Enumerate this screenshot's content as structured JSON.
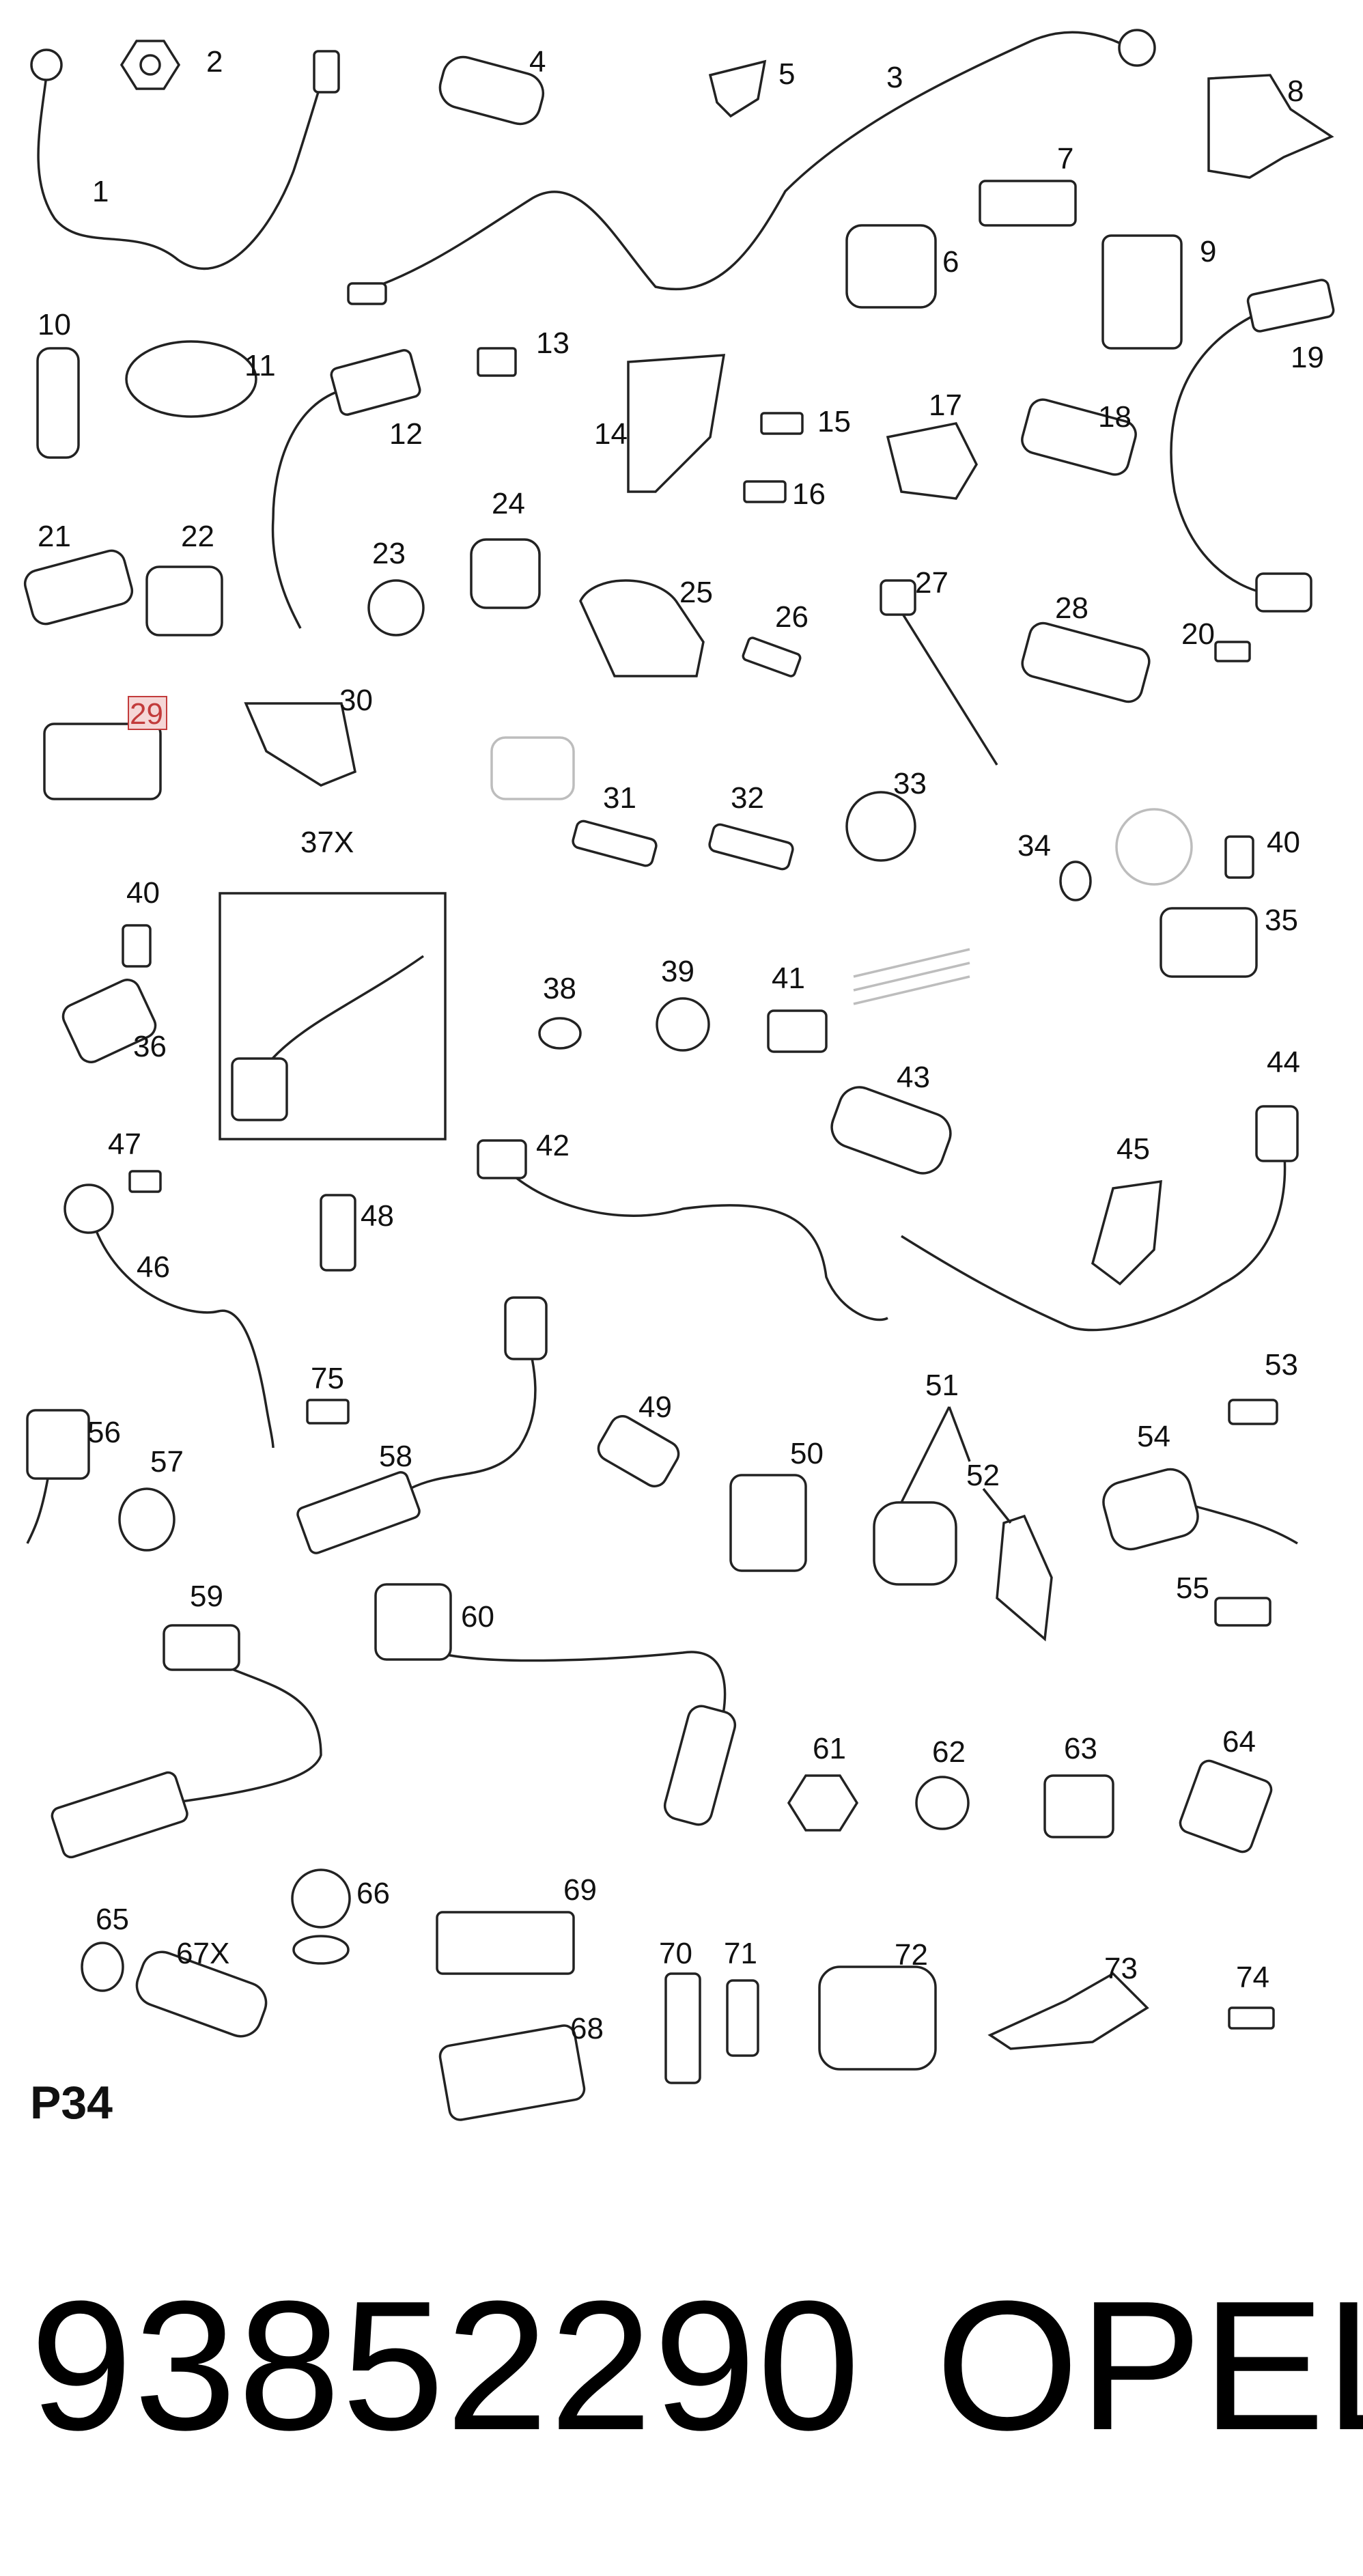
{
  "diagram": {
    "page_label": "P34",
    "part_number": "93852290",
    "brand": "OPEL",
    "highlight_color": "#c23b3b",
    "highlighted_callout": "29",
    "callouts": [
      "1",
      "2",
      "3",
      "4",
      "5",
      "6",
      "7",
      "8",
      "9",
      "10",
      "11",
      "12",
      "13",
      "14",
      "15",
      "16",
      "17",
      "18",
      "19",
      "20",
      "21",
      "22",
      "23",
      "24",
      "25",
      "26",
      "27",
      "28",
      "29",
      "30",
      "31",
      "32",
      "33",
      "34",
      "35",
      "36",
      "37X",
      "38",
      "39",
      "40",
      "40",
      "41",
      "42",
      "43",
      "44",
      "45",
      "46",
      "47",
      "48",
      "49",
      "50",
      "51",
      "52",
      "53",
      "54",
      "55",
      "56",
      "57",
      "58",
      "59",
      "60",
      "61",
      "62",
      "63",
      "64",
      "65",
      "66",
      "67X",
      "68",
      "69",
      "70",
      "71",
      "72",
      "73",
      "74",
      "75"
    ]
  }
}
